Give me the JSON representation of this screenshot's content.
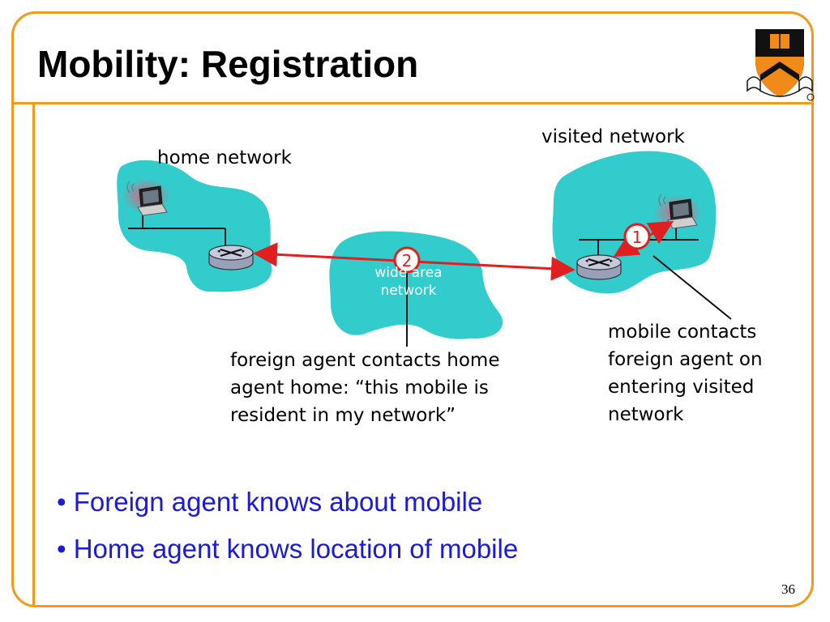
{
  "slide": {
    "title": "Mobility: Registration",
    "page_number": "36"
  },
  "diagram": {
    "home_network_label": "home network",
    "visited_network_label": "visited network",
    "wide_area_label_1": "wide area",
    "wide_area_label_2": "network",
    "step1_badge": "1",
    "step2_badge": "2",
    "foreign_agent_caption": [
      "foreign agent contacts home",
      "agent home: “this mobile is",
      "resident in my network”"
    ],
    "mobile_caption": [
      "mobile contacts",
      "foreign agent on",
      "entering visited",
      "network"
    ]
  },
  "bullets": [
    "• Foreign agent knows about mobile",
    "• Home agent knows location of mobile"
  ],
  "colors": {
    "accent": "#f29a1c",
    "network_cloud": "#33cccc",
    "arrow": "#e02020",
    "bullet_text": "#1a1ad8"
  },
  "icons": [
    "princeton-shield-logo",
    "laptop-icon",
    "router-icon"
  ]
}
